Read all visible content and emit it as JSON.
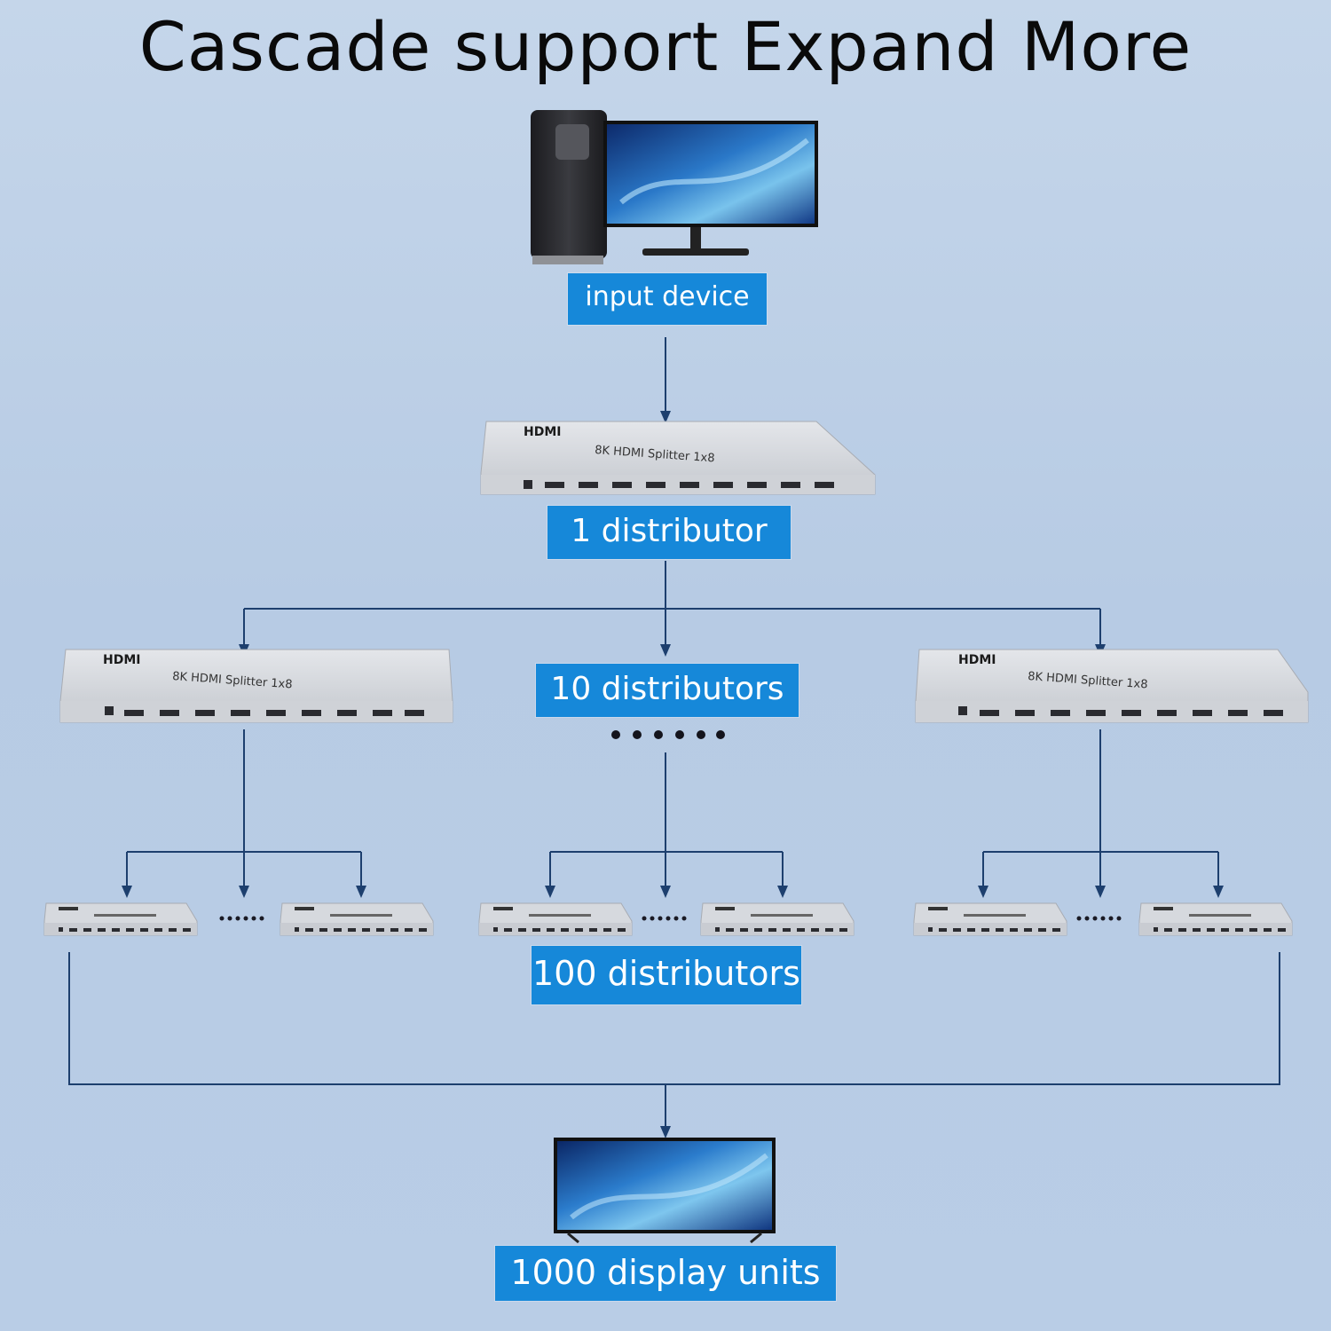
{
  "title": "Cascade support Expand More",
  "labels": {
    "input": "input device",
    "level1": "1 distributor",
    "level2": "10 distributors",
    "level3": "100 distributors",
    "output": "1000 display units"
  },
  "splitter": {
    "brand": "HDMI",
    "model": "8K  HDMI Splitter 1x8"
  },
  "colors": {
    "label_bg": "#1688d9",
    "line": "#1d3f6e",
    "device_silver": "#d8dbe0"
  }
}
